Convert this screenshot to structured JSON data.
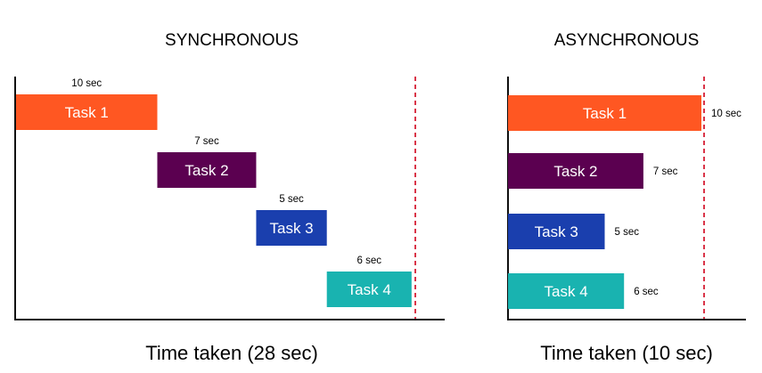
{
  "charts": [
    {
      "id": "sync",
      "title": "SYNCHRONOUS",
      "footer": "Time taken (28 sec)",
      "total": 28,
      "tasks": [
        {
          "label": "Task 1",
          "duration_label": "10 sec",
          "seconds": 10,
          "start": 0,
          "color": "#FF5722"
        },
        {
          "label": "Task 2",
          "duration_label": "7 sec",
          "seconds": 7,
          "start": 10,
          "color": "#5B0050"
        },
        {
          "label": "Task 3",
          "duration_label": "5 sec",
          "seconds": 5,
          "start": 17,
          "color": "#1A3FAE"
        },
        {
          "label": "Task 4",
          "duration_label": "6 sec",
          "seconds": 6,
          "start": 22,
          "color": "#19B3B0"
        }
      ]
    },
    {
      "id": "async",
      "title": "ASYNCHRONOUS",
      "footer": "Time taken (10 sec)",
      "total": 10,
      "tasks": [
        {
          "label": "Task 1",
          "duration_label": "10 sec",
          "seconds": 10,
          "start": 0,
          "color": "#FF5722"
        },
        {
          "label": "Task 2",
          "duration_label": "7 sec",
          "seconds": 7,
          "start": 0,
          "color": "#5B0050"
        },
        {
          "label": "Task 3",
          "duration_label": "5 sec",
          "seconds": 5,
          "start": 0,
          "color": "#1A3FAE"
        },
        {
          "label": "Task 4",
          "duration_label": "6 sec",
          "seconds": 6,
          "start": 0,
          "color": "#19B3B0"
        }
      ]
    }
  ],
  "colors": {
    "axis": "#111111",
    "deadline": "#D0021B"
  }
}
